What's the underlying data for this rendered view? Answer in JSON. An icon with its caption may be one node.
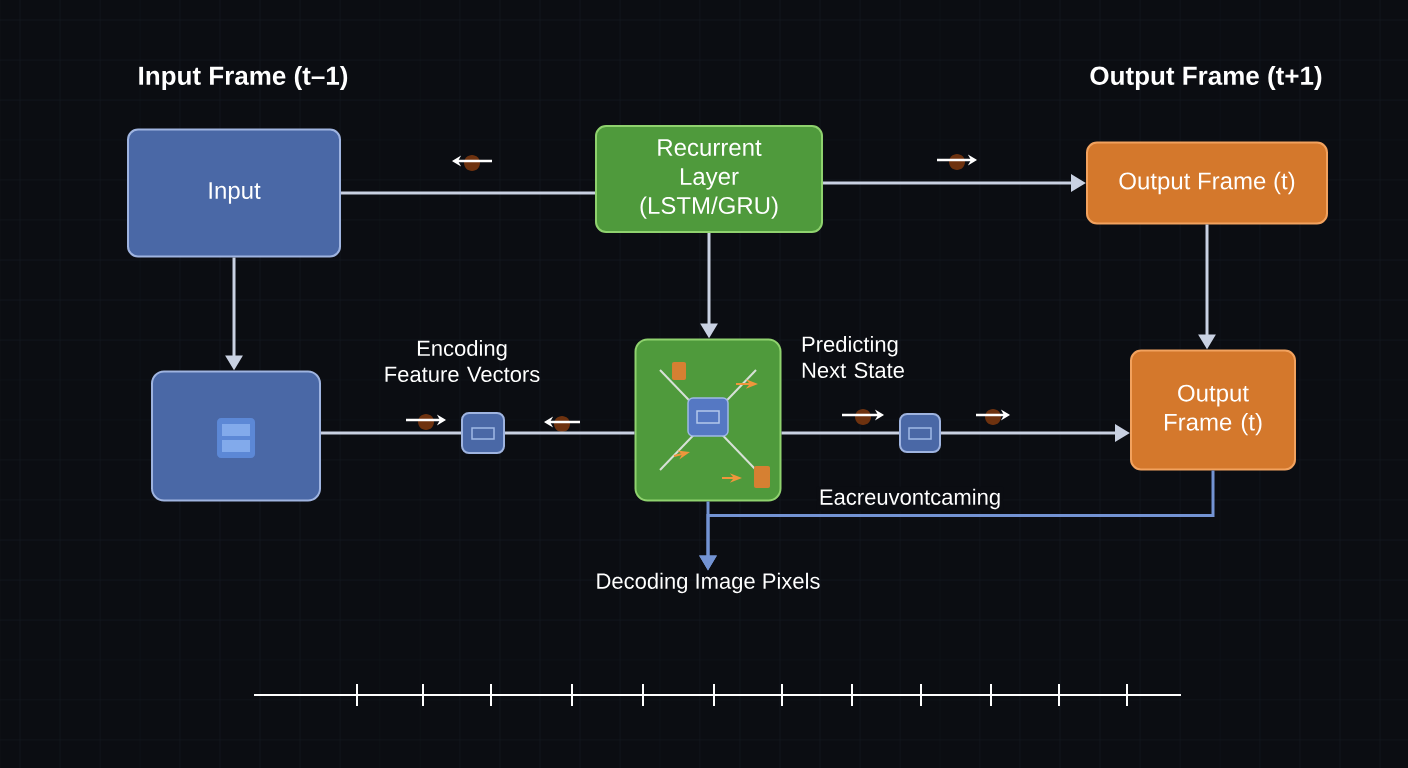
{
  "diagram": {
    "nodes": [
      {
        "text": [
          "Input"
        ]
      },
      {
        "text": [
          "Recurrent Layer (LSTM/GRU)"
        ]
      },
      {
        "text": [
          "Output Frame (t)"
        ]
      },
      {
        "text": [],
        "shape": "box"
      },
      {
        "text": [],
        "shape": "box"
      },
      {
        "text": [],
        "shape": "box"
      },
      {
        "text": [],
        "shape": "box"
      },
      {
        "text": [
          "Output Frame (t)"
        ]
      },
      {
        "text": [
          "Decoding Image Pixels"
        ]
      }
    ],
    "edges": [
      {
        "from": 1,
        "to": 0,
        "arrow": "none"
      },
      {
        "from": 1,
        "to": 2,
        "arrow": "to"
      },
      {
        "from": 0,
        "to": 3,
        "arrow": "to"
      },
      {
        "from": 1,
        "to": 5,
        "arrow": "to"
      },
      {
        "from": 2,
        "to": 7,
        "arrow": "to"
      },
      {
        "from": 3,
        "to": 4,
        "arrow": "none"
      },
      {
        "from": 5,
        "to": 4,
        "arrow": "none"
      },
      {
        "from": 5,
        "to": 6,
        "arrow": "none"
      },
      {
        "from": 6,
        "to": 7,
        "arrow": "to"
      },
      {
        "from": 7,
        "to": 8,
        "arrow": "to",
        "label": "Eacreuvontcaming",
        "color": "#7393d3"
      },
      {
        "from": 5,
        "to": 8,
        "arrow": "to",
        "color": "#7393d3"
      }
    ],
    "labels": [
      "Input Frame (t–1)",
      "Output Frame (t+1)",
      "Encoding Feature Vectors",
      "Predicting Next State"
    ]
  }
}
